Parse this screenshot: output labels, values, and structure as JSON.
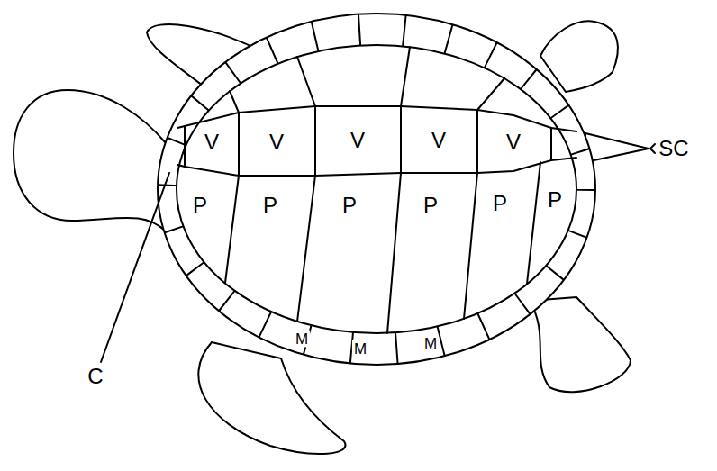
{
  "diagram": {
    "labels": [
      "V",
      "V",
      "V",
      "V",
      "V",
      "SC",
      "P",
      "P",
      "P",
      "P",
      "P",
      "P",
      "M",
      "M",
      "M",
      "C"
    ]
  }
}
